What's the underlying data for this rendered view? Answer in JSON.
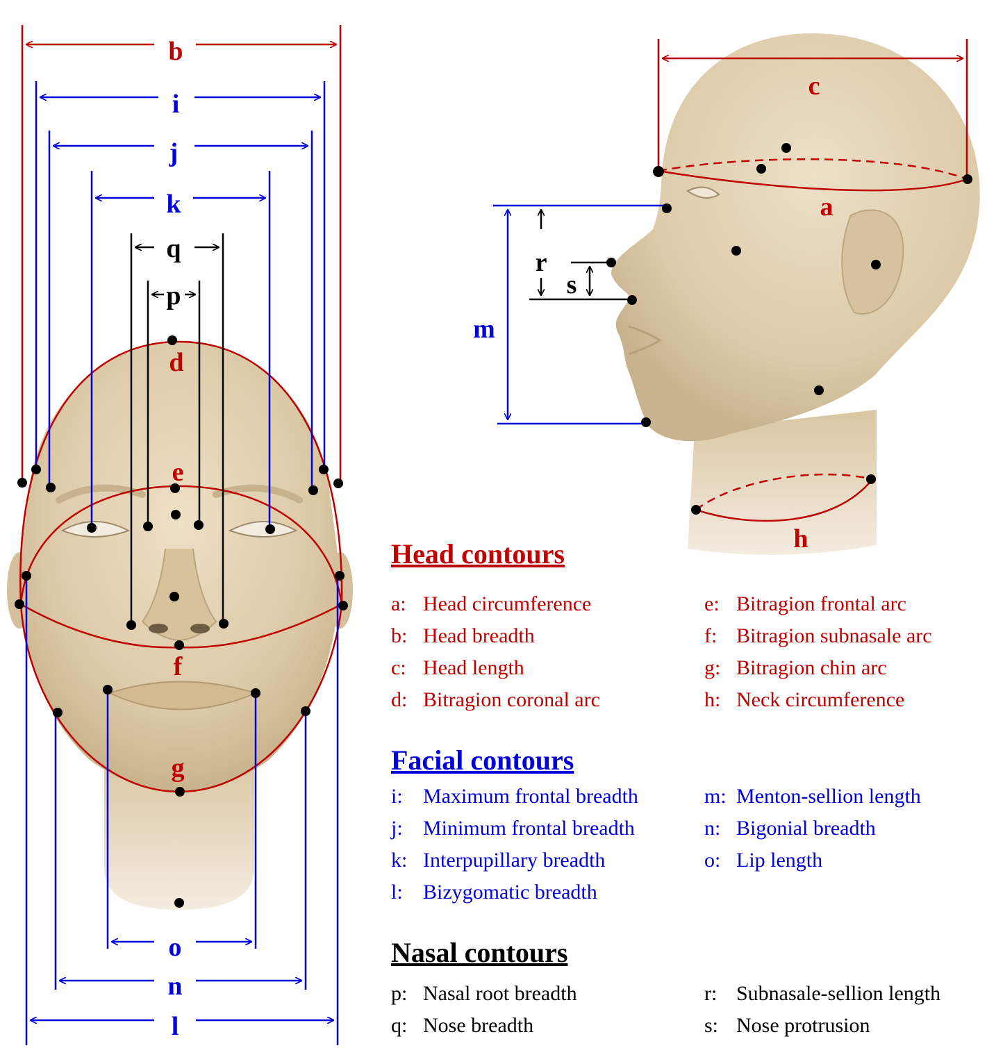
{
  "labels": {
    "b": "b",
    "i": "i",
    "j": "j",
    "k": "k",
    "q": "q",
    "p": "p",
    "d": "d",
    "e": "e",
    "f": "f",
    "g": "g",
    "o": "o",
    "n": "n",
    "l": "l",
    "c": "c",
    "a": "a",
    "r": "r",
    "s": "s",
    "m": "m",
    "h": "h"
  },
  "legend": {
    "head": {
      "title": "Head contours",
      "left": [
        {
          "key": "a:",
          "text": "Head circumference"
        },
        {
          "key": "b:",
          "text": "Head breadth"
        },
        {
          "key": "c:",
          "text": "Head length"
        },
        {
          "key": "d:",
          "text": "Bitragion coronal arc"
        }
      ],
      "right": [
        {
          "key": "e:",
          "text": "Bitragion frontal arc"
        },
        {
          "key": "f:",
          "text": "Bitragion subnasale arc"
        },
        {
          "key": "g:",
          "text": "Bitragion chin arc"
        },
        {
          "key": "h:",
          "text": "Neck circumference"
        }
      ]
    },
    "facial": {
      "title": "Facial contours",
      "left": [
        {
          "key": "i:",
          "text": "Maximum frontal breadth"
        },
        {
          "key": "j:",
          "text": "Minimum frontal breadth"
        },
        {
          "key": "k:",
          "text": "Interpupillary breadth"
        },
        {
          "key": "l:",
          "text": "Bizygomatic breadth"
        }
      ],
      "right": [
        {
          "key": "m:",
          "text": "Menton-sellion length"
        },
        {
          "key": "n:",
          "text": "Bigonial breadth"
        },
        {
          "key": "o:",
          "text": "Lip length"
        }
      ]
    },
    "nasal": {
      "title": "Nasal contours",
      "left": [
        {
          "key": "p:",
          "text": "Nasal root breadth"
        },
        {
          "key": "q:",
          "text": "Nose breadth"
        }
      ],
      "right": [
        {
          "key": "r:",
          "text": "Subnasale-sellion length"
        },
        {
          "key": "s:",
          "text": "Nose protrusion"
        }
      ]
    }
  },
  "colors": {
    "red": "#c00000",
    "blue": "#0000dd",
    "black": "#000000",
    "skin": "#e3d2b2"
  }
}
